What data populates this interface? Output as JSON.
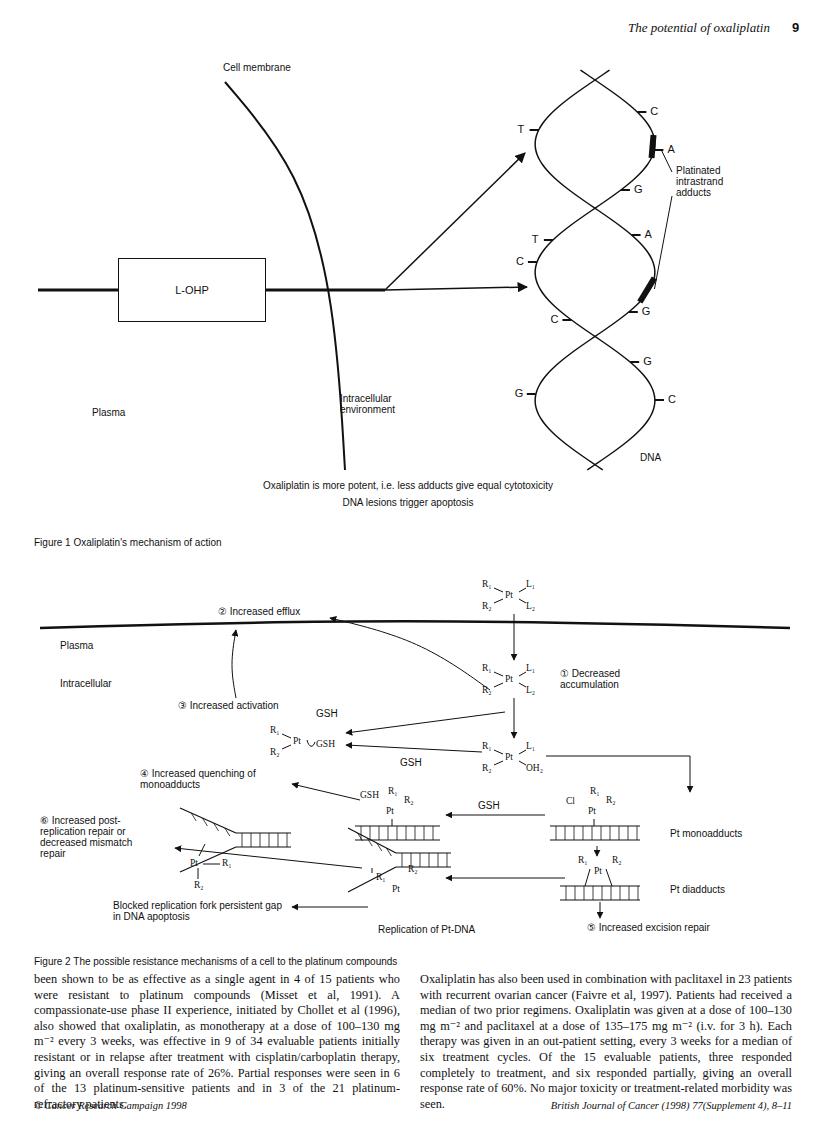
{
  "diagram": {
    "nodes": [
      {
        "text": [
          "L-OHP"
        ]
      }
    ],
    "labels": [
      "The potential of oxaliplatin",
      "9",
      "Cell membrane",
      "Platinated intrastrand adducts",
      "T",
      "C",
      "A",
      "G",
      "A",
      "T",
      "C",
      "G",
      "C",
      "G",
      "G",
      "C",
      "Plasma",
      "Intracellular environment",
      "DNA",
      "Oxaliplatin is more potent, i.e. less adducts give equal cytotoxicity",
      "DNA lesions trigger apoptosis",
      "Figure 1 Oxaliplatin's mechanism of action",
      "② Increased efflux",
      "Plasma",
      "Intracellular",
      "① Decreased accumulation",
      "③ Increased activation",
      "GSH",
      "GSH",
      "④ Increased quenching of monoadducts",
      "GSH",
      "Pt monoadducts",
      "⑥ Increased post-replication repair or decreased mismatch repair",
      "Pt diadducts",
      "⑤ Increased excision repair",
      "Blocked replication fork persistent gap in DNA apoptosis",
      "Replication of Pt-DNA",
      "Figure 2 The possible resistance mechanisms of a cell to the platinum compounds",
      "R₁",
      "R₂",
      "Pt",
      "L₁",
      "L₂",
      "R₁",
      "R₂",
      "Pt",
      "L₁",
      "L₂",
      "R₁",
      "R₂",
      "Pt",
      "GSH",
      "R₁",
      "R₂",
      "Pt",
      "L₁",
      "OH₂",
      "GSH",
      "R₁",
      "R₂",
      "Pt",
      "Cl",
      "R₁",
      "R₂",
      "Pt",
      "R₁",
      "Pt",
      "R₂",
      "R₁",
      "Pt",
      "R₂",
      "Pt",
      "R₁",
      "R₂",
      "been shown to be as effective as a single agent in 4 of 15 patients who were resistant to platinum compounds (Misset et al, 1991). A compassionate-use phase II experience, initiated by Chollet et al (1996), also showed that oxaliplatin, as monotherapy at a dose of 100–130 mg m⁻² every 3 weeks, was effective in 9 of 34 evaluable patients initially resistant or in relapse after treatment with cisplatin/carboplatin therapy, giving an overall response rate of 26%. Partial responses were seen in 6 of the 13 platinum-sensitive patients and in 3 of the 21 platinum-refractory patients.",
      "Oxaliplatin has also been used in combination with paclitaxel in 23 patients with recurrent ovarian cancer (Faivre et al, 1997). Patients had received a median of two prior regimens. Oxaliplatin was given at a dose of 100–130 mg m⁻² and paclitaxel at a dose of 135–175 mg m⁻² (i.v. for 3 h). Each therapy was given in an out-patient setting, every 3 weeks for a median of six treatment cycles. Of the 15 evaluable patients, three responded completely to treatment, and six responded partially, giving an overall response rate of 60%. No major toxicity or treatment-related morbidity was seen.",
      "© Cancer Research Campaign 1998",
      "British Journal of Cancer (1998) 77(Supplement 4), 8–11"
    ]
  }
}
